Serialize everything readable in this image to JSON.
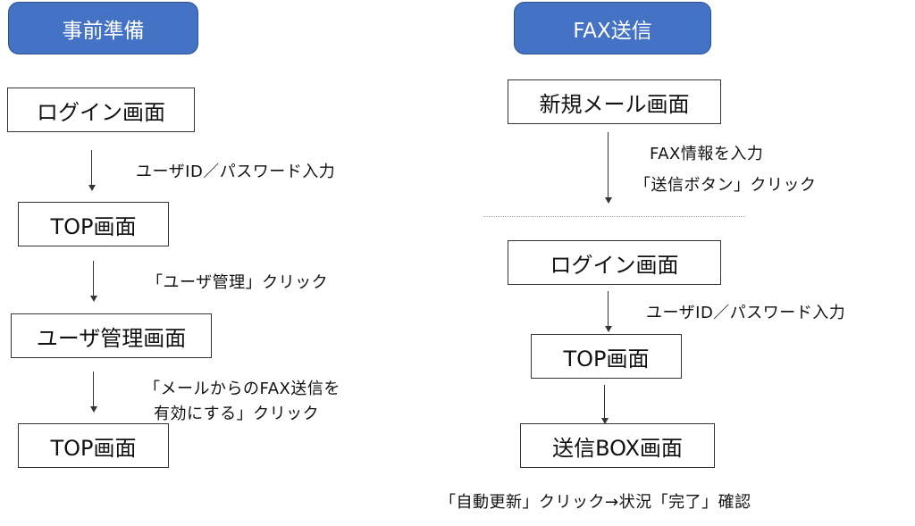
{
  "left_flow": {
    "header": "事前準備",
    "steps": [
      "ログイン画面",
      "TOP画面",
      "ユーザ管理画面",
      "TOP画面"
    ],
    "actions": [
      "ユーザID／パスワード入力",
      "「ユーザ管理」クリック",
      "「メールからのFAX送信を",
      "有効にする」クリック"
    ]
  },
  "right_flow": {
    "header": "FAX送信",
    "steps": [
      "新規メール画面",
      "ログイン画面",
      "TOP画面",
      "送信BOX画面"
    ],
    "actions": [
      "FAX情報を入力",
      "「送信ボタン」クリック",
      "ユーザID／パスワード入力",
      "「自動更新」クリック→状況「完了」確認"
    ]
  },
  "colors": {
    "header_fill": "#4472c4",
    "header_border": "#2f528f"
  }
}
